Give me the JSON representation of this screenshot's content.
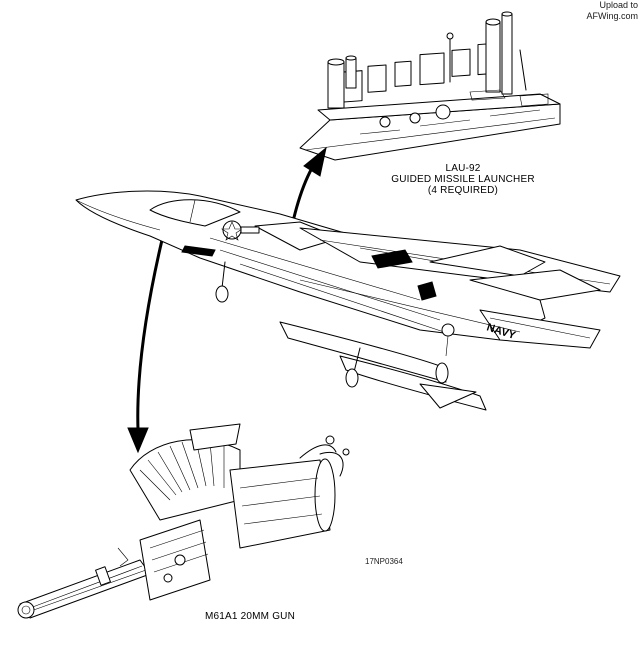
{
  "watermark": {
    "line1": "Upload to",
    "line2": "AFWing.com"
  },
  "callouts": {
    "launcher": {
      "line1": "LAU-92",
      "line2": "GUIDED MISSILE LAUNCHER",
      "line3": "(4 REQUIRED)"
    },
    "gun": {
      "label": "M61A1 20MM GUN"
    }
  },
  "aircraft": {
    "marking": "NAVY"
  },
  "figure": {
    "code": "17NP0364"
  },
  "colors": {
    "ink": "#000000",
    "paper": "#ffffff"
  }
}
